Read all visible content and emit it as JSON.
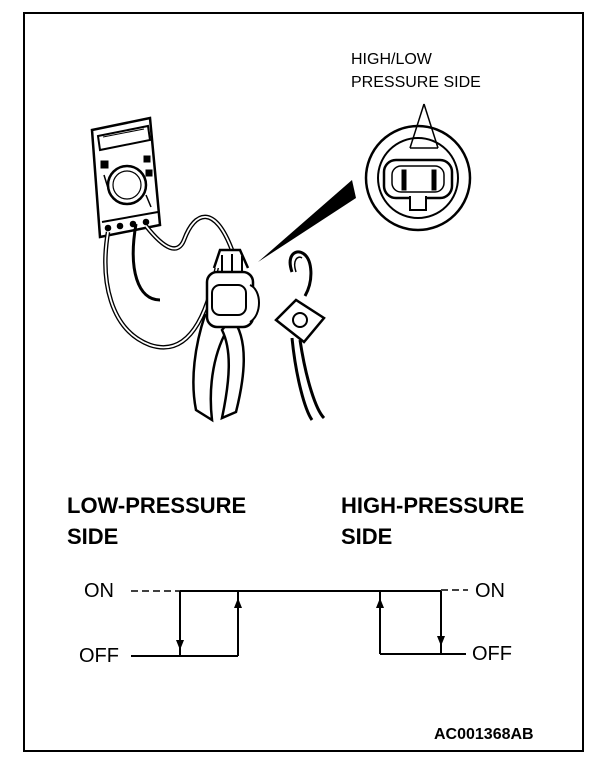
{
  "callout": {
    "line1": "HIGH/LOW",
    "line2": "PRESSURE SIDE"
  },
  "low_side": {
    "line1": "LOW-PRESSURE",
    "line2": "SIDE"
  },
  "high_side": {
    "line1": "HIGH-PRESSURE",
    "line2": "SIDE"
  },
  "states": {
    "on": "ON",
    "off": "OFF"
  },
  "figure_code": "AC001368AB"
}
